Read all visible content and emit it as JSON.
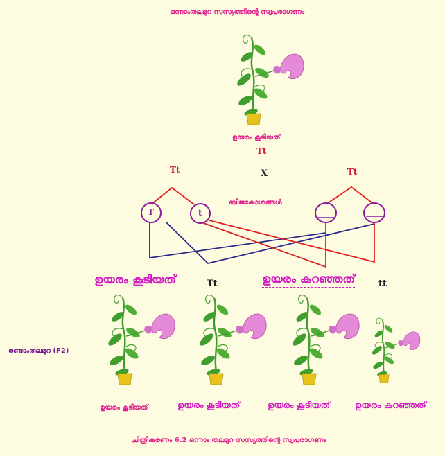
{
  "title": "ഒന്നാംതലമുറ സസ്യത്തിന്റെ സ്വപരാഗണം",
  "parent_label": "ഉയരം കൂടിയത്",
  "parent_genotype": "Tt",
  "cross_symbol": "X",
  "left_parent_genotype": "Tt",
  "right_parent_genotype": "Tt",
  "gametes_label": "ബീജകോശങ്ങൾ",
  "gamete_T": "T",
  "gamete_t": "t",
  "tall_label": "ഉയരം കൂടിയത്",
  "tall_genotype": "Tt",
  "short_label": "ഉയരം കുറഞ്ഞത്",
  "short_genotype": "tt",
  "f2_label": "രണ്ടാംതലമുറ (F2)",
  "offspring": [
    {
      "label": "ഉയരം കൂടിയത്"
    },
    {
      "label": "ഉയരം കൂടിയത്"
    },
    {
      "label": "ഉയരം കൂടിയത്"
    },
    {
      "label": "ഉയരം കുറഞ്ഞത്"
    }
  ],
  "caption": "ചിത്രീകരണം 6.2 ഒന്നാം തലമുറ സസ്യത്തിന്റെ സ്വപരാഗണം",
  "colors": {
    "background": "#fdfbe0",
    "red_lines": "#e02020",
    "blue_lines": "#2a2a8c",
    "gamete_circle": "#8a1a9a",
    "label_pink": "#e0208c",
    "flower": "#e48ad8",
    "leaf": "#3f9e2e",
    "pot": "#e6c21a"
  }
}
